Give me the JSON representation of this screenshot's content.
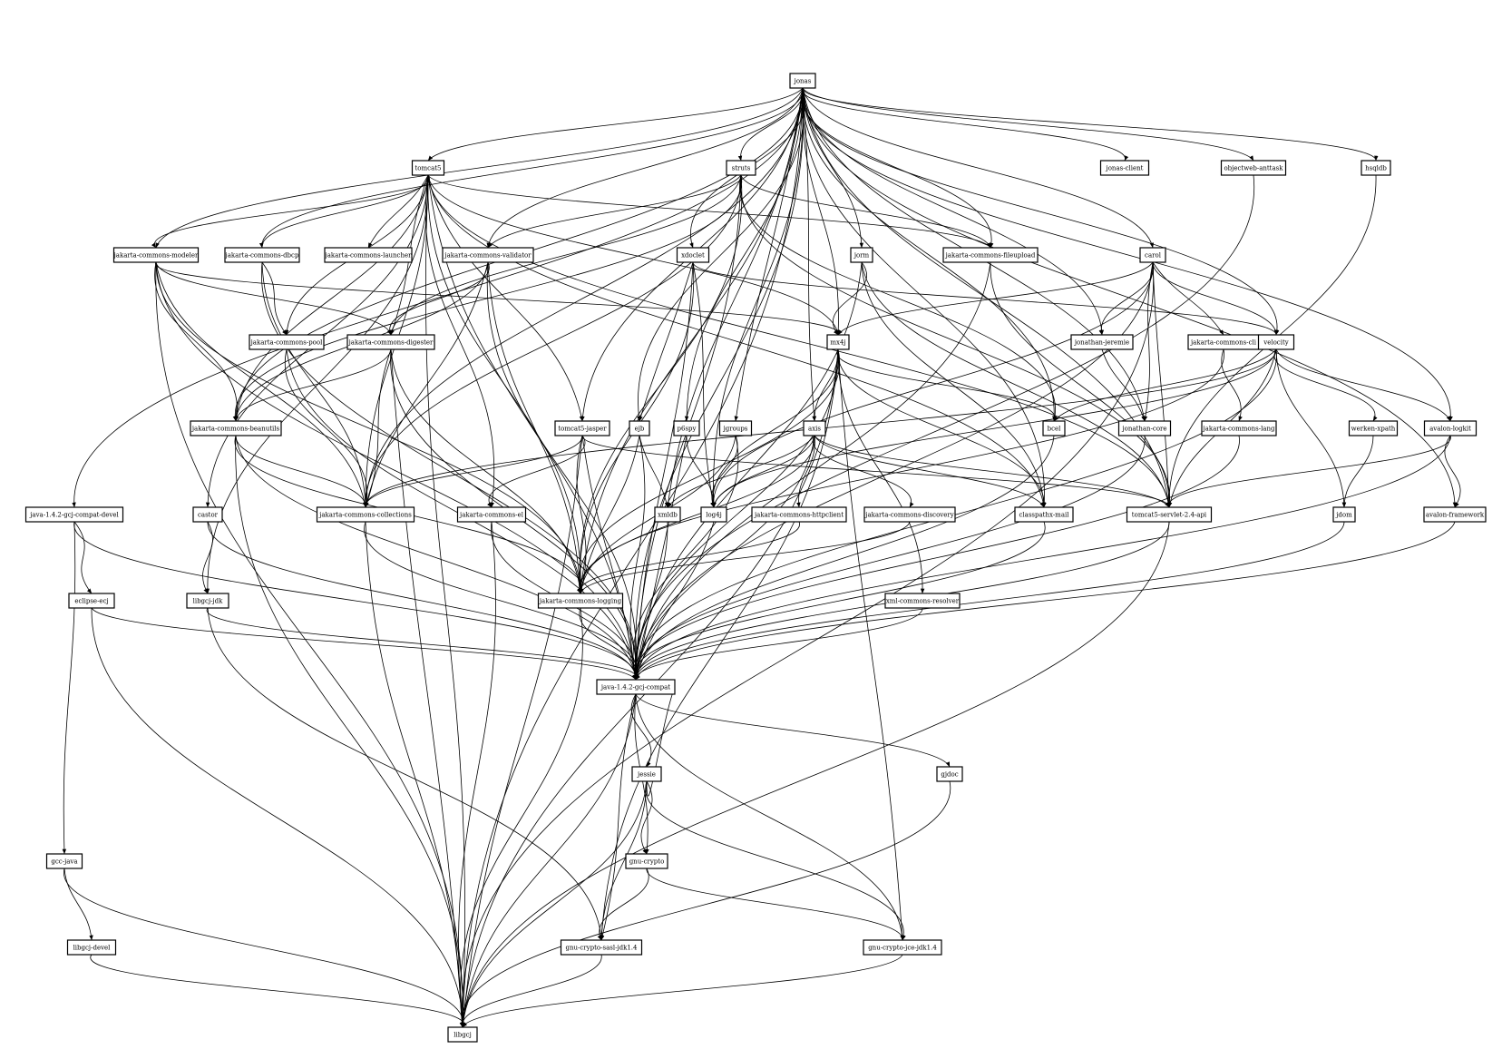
{
  "nodes": [
    {
      "id": "jonas",
      "label": "jonas"
    },
    {
      "id": "tomcat5",
      "label": "tomcat5"
    },
    {
      "id": "struts",
      "label": "struts"
    },
    {
      "id": "jonas-client",
      "label": "jonas-client"
    },
    {
      "id": "objectweb-anttask",
      "label": "objectweb-anttask"
    },
    {
      "id": "hsqldb",
      "label": "hsqldb"
    },
    {
      "id": "jakarta-commons-modeler",
      "label": "jakarta-commons-modeler"
    },
    {
      "id": "jakarta-commons-dbcp",
      "label": "jakarta-commons-dbcp"
    },
    {
      "id": "jakarta-commons-launcher",
      "label": "jakarta-commons-launcher"
    },
    {
      "id": "jakarta-commons-validator",
      "label": "jakarta-commons-validator"
    },
    {
      "id": "xdoclet",
      "label": "xdoclet"
    },
    {
      "id": "jorm",
      "label": "jorm"
    },
    {
      "id": "jakarta-commons-fileupload",
      "label": "jakarta-commons-fileupload"
    },
    {
      "id": "carol",
      "label": "carol"
    },
    {
      "id": "jakarta-commons-pool",
      "label": "jakarta-commons-pool"
    },
    {
      "id": "jakarta-commons-digester",
      "label": "jakarta-commons-digester"
    },
    {
      "id": "mx4j",
      "label": "mx4j"
    },
    {
      "id": "jonathan-jeremie",
      "label": "jonathan-jeremie"
    },
    {
      "id": "jakarta-commons-cli",
      "label": "jakarta-commons-cli"
    },
    {
      "id": "velocity",
      "label": "velocity"
    },
    {
      "id": "jakarta-commons-beanutils",
      "label": "jakarta-commons-beanutils"
    },
    {
      "id": "tomcat5-jasper",
      "label": "tomcat5-jasper"
    },
    {
      "id": "ejb",
      "label": "ejb"
    },
    {
      "id": "p6spy",
      "label": "p6spy"
    },
    {
      "id": "jgroups",
      "label": "jgroups"
    },
    {
      "id": "axis",
      "label": "axis"
    },
    {
      "id": "bcel",
      "label": "bcel"
    },
    {
      "id": "jonathan-core",
      "label": "jonathan-core"
    },
    {
      "id": "jakarta-commons-lang",
      "label": "jakarta-commons-lang"
    },
    {
      "id": "werken-xpath",
      "label": "werken-xpath"
    },
    {
      "id": "avalon-logkit",
      "label": "avalon-logkit"
    },
    {
      "id": "java-1.4.2-gcj-compat-devel",
      "label": "java-1.4.2-gcj-compat-devel"
    },
    {
      "id": "castor",
      "label": "castor"
    },
    {
      "id": "jakarta-commons-collections",
      "label": "jakarta-commons-collections"
    },
    {
      "id": "jakarta-commons-el",
      "label": "jakarta-commons-el"
    },
    {
      "id": "xmldb",
      "label": "xmldb"
    },
    {
      "id": "log4j",
      "label": "log4j"
    },
    {
      "id": "jakarta-commons-httpclient",
      "label": "jakarta-commons-httpclient"
    },
    {
      "id": "jakarta-commons-discovery",
      "label": "jakarta-commons-discovery"
    },
    {
      "id": "classpathx-mail",
      "label": "classpathx-mail"
    },
    {
      "id": "tomcat5-servlet-2.4-api",
      "label": "tomcat5-servlet-2.4-api"
    },
    {
      "id": "jdom",
      "label": "jdom"
    },
    {
      "id": "avalon-framework",
      "label": "avalon-framework"
    },
    {
      "id": "eclipse-ecj",
      "label": "eclipse-ecj"
    },
    {
      "id": "libgcj-jdk",
      "label": "libgcj-jdk"
    },
    {
      "id": "jakarta-commons-logging",
      "label": "jakarta-commons-logging"
    },
    {
      "id": "xml-commons-resolver",
      "label": "xml-commons-resolver"
    },
    {
      "id": "java-1.4.2-gcj-compat",
      "label": "java-1.4.2-gcj-compat"
    },
    {
      "id": "jessie",
      "label": "jessie"
    },
    {
      "id": "gjdoc",
      "label": "gjdoc"
    },
    {
      "id": "gcc-java",
      "label": "gcc-java"
    },
    {
      "id": "gnu-crypto",
      "label": "gnu-crypto"
    },
    {
      "id": "libgcj-devel",
      "label": "libgcj-devel"
    },
    {
      "id": "gnu-crypto-sasl-jdk1.4",
      "label": "gnu-crypto-sasl-jdk1.4"
    },
    {
      "id": "gnu-crypto-jce-jdk1.4",
      "label": "gnu-crypto-jce-jdk1.4"
    },
    {
      "id": "libgcj",
      "label": "libgcj"
    }
  ],
  "edges": [
    [
      "jonas",
      "tomcat5"
    ],
    [
      "jonas",
      "struts"
    ],
    [
      "jonas",
      "jonas-client"
    ],
    [
      "jonas",
      "objectweb-anttask"
    ],
    [
      "jonas",
      "hsqldb"
    ],
    [
      "jonas",
      "jakarta-commons-modeler"
    ],
    [
      "jonas",
      "jakarta-commons-dbcp"
    ],
    [
      "jonas",
      "jakarta-commons-validator"
    ],
    [
      "jonas",
      "xdoclet"
    ],
    [
      "jonas",
      "jorm"
    ],
    [
      "jonas",
      "jakarta-commons-fileupload"
    ],
    [
      "jonas",
      "carol"
    ],
    [
      "jonas",
      "mx4j"
    ],
    [
      "jonas",
      "velocity"
    ],
    [
      "jonas",
      "jakarta-commons-beanutils"
    ],
    [
      "jonas",
      "tomcat5-jasper"
    ],
    [
      "jonas",
      "ejb"
    ],
    [
      "jonas",
      "p6spy"
    ],
    [
      "jonas",
      "jgroups"
    ],
    [
      "jonas",
      "axis"
    ],
    [
      "jonas",
      "bcel"
    ],
    [
      "jonas",
      "jonathan-core"
    ],
    [
      "jonas",
      "jonathan-jeremie"
    ],
    [
      "jonas",
      "avalon-logkit"
    ],
    [
      "jonas",
      "java-1.4.2-gcj-compat-devel"
    ],
    [
      "jonas",
      "jakarta-commons-collections"
    ],
    [
      "jonas",
      "xmldb"
    ],
    [
      "jonas",
      "log4j"
    ],
    [
      "jonas",
      "classpathx-mail"
    ],
    [
      "jonas",
      "tomcat5-servlet-2.4-api"
    ],
    [
      "jonas",
      "avalon-framework"
    ],
    [
      "jonas",
      "jakarta-commons-logging"
    ],
    [
      "jonas",
      "java-1.4.2-gcj-compat"
    ],
    [
      "jonas",
      "libgcj"
    ],
    [
      "tomcat5",
      "jakarta-commons-modeler"
    ],
    [
      "tomcat5",
      "jakarta-commons-dbcp"
    ],
    [
      "tomcat5",
      "jakarta-commons-launcher"
    ],
    [
      "tomcat5",
      "jakarta-commons-fileupload"
    ],
    [
      "tomcat5",
      "jakarta-commons-pool"
    ],
    [
      "tomcat5",
      "jakarta-commons-digester"
    ],
    [
      "tomcat5",
      "mx4j"
    ],
    [
      "tomcat5",
      "jakarta-commons-beanutils"
    ],
    [
      "tomcat5",
      "tomcat5-jasper"
    ],
    [
      "tomcat5",
      "jakarta-commons-collections"
    ],
    [
      "tomcat5",
      "jakarta-commons-el"
    ],
    [
      "tomcat5",
      "tomcat5-servlet-2.4-api"
    ],
    [
      "tomcat5",
      "jakarta-commons-logging"
    ],
    [
      "tomcat5",
      "java-1.4.2-gcj-compat"
    ],
    [
      "tomcat5",
      "libgcj-jdk"
    ],
    [
      "tomcat5",
      "libgcj"
    ],
    [
      "tomcat5",
      "classpathx-mail"
    ],
    [
      "tomcat5",
      "castor"
    ],
    [
      "struts",
      "jakarta-commons-validator"
    ],
    [
      "struts",
      "jakarta-commons-fileupload"
    ],
    [
      "struts",
      "jakarta-commons-digester"
    ],
    [
      "struts",
      "jakarta-commons-beanutils"
    ],
    [
      "struts",
      "jakarta-commons-collections"
    ],
    [
      "struts",
      "tomcat5-servlet-2.4-api"
    ],
    [
      "struts",
      "jakarta-commons-logging"
    ],
    [
      "struts",
      "java-1.4.2-gcj-compat"
    ],
    [
      "struts",
      "bcel"
    ],
    [
      "jakarta-commons-modeler",
      "jakarta-commons-digester"
    ],
    [
      "jakarta-commons-modeler",
      "jakarta-commons-beanutils"
    ],
    [
      "jakarta-commons-modeler",
      "jakarta-commons-collections"
    ],
    [
      "jakarta-commons-modeler",
      "jakarta-commons-logging"
    ],
    [
      "jakarta-commons-modeler",
      "mx4j"
    ],
    [
      "jakarta-commons-modeler",
      "java-1.4.2-gcj-compat"
    ],
    [
      "jakarta-commons-modeler",
      "libgcj"
    ],
    [
      "jakarta-commons-dbcp",
      "jakarta-commons-pool"
    ],
    [
      "jakarta-commons-dbcp",
      "jakarta-commons-collections"
    ],
    [
      "jakarta-commons-dbcp",
      "java-1.4.2-gcj-compat"
    ],
    [
      "jakarta-commons-validator",
      "jakarta-commons-digester"
    ],
    [
      "jakarta-commons-validator",
      "jakarta-commons-beanutils"
    ],
    [
      "jakarta-commons-validator",
      "jakarta-commons-collections"
    ],
    [
      "jakarta-commons-validator",
      "jakarta-commons-logging"
    ],
    [
      "jakarta-commons-validator",
      "java-1.4.2-gcj-compat"
    ],
    [
      "xdoclet",
      "log4j"
    ],
    [
      "xdoclet",
      "velocity"
    ],
    [
      "xdoclet",
      "ejb"
    ],
    [
      "xdoclet",
      "jakarta-commons-logging"
    ],
    [
      "xdoclet",
      "java-1.4.2-gcj-compat"
    ],
    [
      "jorm",
      "mx4j"
    ],
    [
      "jorm",
      "classpathx-mail"
    ],
    [
      "jorm",
      "java-1.4.2-gcj-compat"
    ],
    [
      "jorm",
      "tomcat5-servlet-2.4-api"
    ],
    [
      "jakarta-commons-fileupload",
      "tomcat5-servlet-2.4-api"
    ],
    [
      "jakarta-commons-fileupload",
      "java-1.4.2-gcj-compat"
    ],
    [
      "carol",
      "jonathan-jeremie"
    ],
    [
      "carol",
      "jonathan-core"
    ],
    [
      "carol",
      "jakarta-commons-cli"
    ],
    [
      "carol",
      "velocity"
    ],
    [
      "carol",
      "mx4j"
    ],
    [
      "carol",
      "log4j"
    ],
    [
      "carol",
      "java-1.4.2-gcj-compat"
    ],
    [
      "carol",
      "libgcj"
    ],
    [
      "carol",
      "tomcat5-servlet-2.4-api"
    ],
    [
      "jakarta-commons-pool",
      "jakarta-commons-collections"
    ],
    [
      "jakarta-commons-pool",
      "java-1.4.2-gcj-compat"
    ],
    [
      "jakarta-commons-digester",
      "jakarta-commons-beanutils"
    ],
    [
      "jakarta-commons-digester",
      "jakarta-commons-collections"
    ],
    [
      "jakarta-commons-digester",
      "jakarta-commons-logging"
    ],
    [
      "jakarta-commons-digester",
      "java-1.4.2-gcj-compat"
    ],
    [
      "jakarta-commons-digester",
      "libgcj"
    ],
    [
      "mx4j",
      "axis"
    ],
    [
      "mx4j",
      "bcel"
    ],
    [
      "mx4j",
      "log4j"
    ],
    [
      "mx4j",
      "classpathx-mail"
    ],
    [
      "mx4j",
      "jakarta-commons-logging"
    ],
    [
      "mx4j",
      "java-1.4.2-gcj-compat"
    ],
    [
      "mx4j",
      "gnu-crypto-sasl-jdk1.4"
    ],
    [
      "mx4j",
      "gnu-crypto-jce-jdk1.4"
    ],
    [
      "mx4j",
      "xml-commons-resolver"
    ],
    [
      "mx4j",
      "libgcj"
    ],
    [
      "jonathan-jeremie",
      "jonathan-core"
    ],
    [
      "jakarta-commons-cli",
      "jakarta-commons-lang"
    ],
    [
      "jakarta-commons-cli",
      "jakarta-commons-logging"
    ],
    [
      "velocity",
      "jdom"
    ],
    [
      "velocity",
      "werken-xpath"
    ],
    [
      "velocity",
      "avalon-logkit"
    ],
    [
      "velocity",
      "log4j"
    ],
    [
      "velocity",
      "bcel"
    ],
    [
      "velocity",
      "jakarta-commons-collections"
    ],
    [
      "velocity",
      "tomcat5-servlet-2.4-api"
    ],
    [
      "velocity",
      "java-1.4.2-gcj-compat"
    ],
    [
      "jakarta-commons-beanutils",
      "jakarta-commons-collections"
    ],
    [
      "jakarta-commons-beanutils",
      "jakarta-commons-logging"
    ],
    [
      "jakarta-commons-beanutils",
      "java-1.4.2-gcj-compat"
    ],
    [
      "jakarta-commons-beanutils",
      "libgcj"
    ],
    [
      "tomcat5-jasper",
      "jakarta-commons-el"
    ],
    [
      "tomcat5-jasper",
      "jakarta-commons-collections"
    ],
    [
      "tomcat5-jasper",
      "jakarta-commons-logging"
    ],
    [
      "tomcat5-jasper",
      "java-1.4.2-gcj-compat"
    ],
    [
      "tomcat5-jasper",
      "tomcat5-servlet-2.4-api"
    ],
    [
      "tomcat5-jasper",
      "libgcj"
    ],
    [
      "ejb",
      "xmldb"
    ],
    [
      "ejb",
      "jakarta-commons-logging"
    ],
    [
      "ejb",
      "java-1.4.2-gcj-compat"
    ],
    [
      "p6spy",
      "log4j"
    ],
    [
      "p6spy",
      "java-1.4.2-gcj-compat"
    ],
    [
      "jgroups",
      "log4j"
    ],
    [
      "jgroups",
      "jakarta-commons-logging"
    ],
    [
      "jgroups",
      "java-1.4.2-gcj-compat"
    ],
    [
      "axis",
      "jakarta-commons-httpclient"
    ],
    [
      "axis",
      "jakarta-commons-discovery"
    ],
    [
      "axis",
      "classpathx-mail"
    ],
    [
      "axis",
      "log4j"
    ],
    [
      "axis",
      "xmldb"
    ],
    [
      "axis",
      "jakarta-commons-logging"
    ],
    [
      "axis",
      "java-1.4.2-gcj-compat"
    ],
    [
      "axis",
      "tomcat5-servlet-2.4-api"
    ],
    [
      "werken-xpath",
      "jdom"
    ],
    [
      "avalon-logkit",
      "avalon-framework"
    ],
    [
      "avalon-logkit",
      "tomcat5-servlet-2.4-api"
    ],
    [
      "avalon-logkit",
      "java-1.4.2-gcj-compat"
    ],
    [
      "java-1.4.2-gcj-compat-devel",
      "eclipse-ecj"
    ],
    [
      "java-1.4.2-gcj-compat-devel",
      "gcc-java"
    ],
    [
      "java-1.4.2-gcj-compat-devel",
      "java-1.4.2-gcj-compat"
    ],
    [
      "castor",
      "libgcj-jdk"
    ],
    [
      "castor",
      "java-1.4.2-gcj-compat"
    ],
    [
      "jakarta-commons-collections",
      "java-1.4.2-gcj-compat"
    ],
    [
      "jakarta-commons-collections",
      "libgcj"
    ],
    [
      "jakarta-commons-el",
      "java-1.4.2-gcj-compat"
    ],
    [
      "jakarta-commons-el",
      "libgcj"
    ],
    [
      "xmldb",
      "java-1.4.2-gcj-compat"
    ],
    [
      "log4j",
      "java-1.4.2-gcj-compat"
    ],
    [
      "jakarta-commons-httpclient",
      "jakarta-commons-logging"
    ],
    [
      "jakarta-commons-discovery",
      "jakarta-commons-logging"
    ],
    [
      "classpathx-mail",
      "java-1.4.2-gcj-compat"
    ],
    [
      "tomcat5-servlet-2.4-api",
      "java-1.4.2-gcj-compat"
    ],
    [
      "tomcat5-servlet-2.4-api",
      "libgcj"
    ],
    [
      "eclipse-ecj",
      "java-1.4.2-gcj-compat"
    ],
    [
      "eclipse-ecj",
      "libgcj"
    ],
    [
      "libgcj-jdk",
      "java-1.4.2-gcj-compat"
    ],
    [
      "libgcj-jdk",
      "gnu-crypto-sasl-jdk1.4"
    ],
    [
      "jakarta-commons-logging",
      "java-1.4.2-gcj-compat"
    ],
    [
      "jakarta-commons-logging",
      "libgcj"
    ],
    [
      "xml-commons-resolver",
      "java-1.4.2-gcj-compat"
    ],
    [
      "java-1.4.2-gcj-compat",
      "jessie"
    ],
    [
      "java-1.4.2-gcj-compat",
      "gjdoc"
    ],
    [
      "java-1.4.2-gcj-compat",
      "gnu-crypto"
    ],
    [
      "java-1.4.2-gcj-compat",
      "gnu-crypto-sasl-jdk1.4"
    ],
    [
      "java-1.4.2-gcj-compat",
      "gnu-crypto-jce-jdk1.4"
    ],
    [
      "java-1.4.2-gcj-compat",
      "libgcj"
    ],
    [
      "jessie",
      "gnu-crypto"
    ],
    [
      "jessie",
      "gnu-crypto-sasl-jdk1.4"
    ],
    [
      "jessie",
      "gnu-crypto-jce-jdk1.4"
    ],
    [
      "jessie",
      "java-1.4.2-gcj-compat"
    ],
    [
      "jessie",
      "libgcj"
    ],
    [
      "gjdoc",
      "libgcj"
    ],
    [
      "gcc-java",
      "libgcj-devel"
    ],
    [
      "gcc-java",
      "libgcj"
    ],
    [
      "gnu-crypto",
      "gnu-crypto-sasl-jdk1.4"
    ],
    [
      "gnu-crypto",
      "gnu-crypto-jce-jdk1.4"
    ],
    [
      "libgcj-devel",
      "libgcj"
    ],
    [
      "gnu-crypto-sasl-jdk1.4",
      "libgcj"
    ],
    [
      "gnu-crypto-jce-jdk1.4",
      "libgcj"
    ],
    [
      "jakarta-commons-lang",
      "java-1.4.2-gcj-compat"
    ],
    [
      "jdom",
      "java-1.4.2-gcj-compat"
    ],
    [
      "avalon-framework",
      "java-1.4.2-gcj-compat"
    ],
    [
      "jonathan-core",
      "java-1.4.2-gcj-compat"
    ],
    [
      "bcel",
      "java-1.4.2-gcj-compat"
    ],
    [
      "objectweb-anttask",
      "java-1.4.2-gcj-compat"
    ],
    [
      "hsqldb",
      "tomcat5-servlet-2.4-api"
    ]
  ]
}
